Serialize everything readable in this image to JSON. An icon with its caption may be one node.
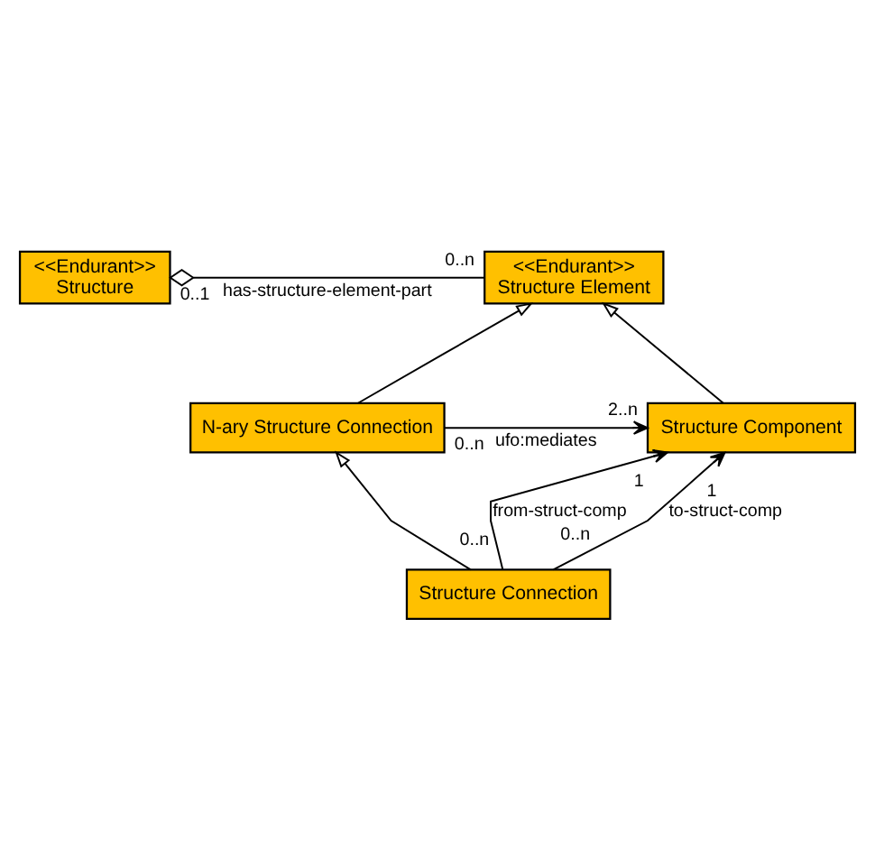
{
  "diagram": {
    "nodes": [
      {
        "text": [
          "<<Endurant>>",
          "Structure"
        ]
      },
      {
        "text": [
          "<<Endurant>>",
          "Structure Element"
        ]
      },
      {
        "text": [
          "N-ary Structure Connection"
        ]
      },
      {
        "text": [
          "Structure Component"
        ]
      },
      {
        "text": [
          "Structure Connection"
        ]
      }
    ],
    "edges": [
      {
        "from": 0,
        "to": 1,
        "arrow": "other",
        "label": "has-structure-element-part"
      },
      {
        "from": 2,
        "to": 1,
        "arrow": "to"
      },
      {
        "from": 3,
        "to": 1,
        "arrow": "to"
      },
      {
        "from": 2,
        "to": 3,
        "arrow": "to",
        "label": "ufo:mediates"
      },
      {
        "from": 4,
        "to": 3,
        "arrow": "to",
        "label": "from-struct-comp"
      },
      {
        "from": 4,
        "to": 3,
        "arrow": "to",
        "label": "to-struct-comp"
      },
      {
        "from": 4,
        "to": 2,
        "arrow": "to"
      }
    ],
    "labels": [
      "0..1",
      "0..n",
      "0..n",
      "2..n",
      "1",
      "1",
      "0..n",
      "0..n"
    ]
  }
}
